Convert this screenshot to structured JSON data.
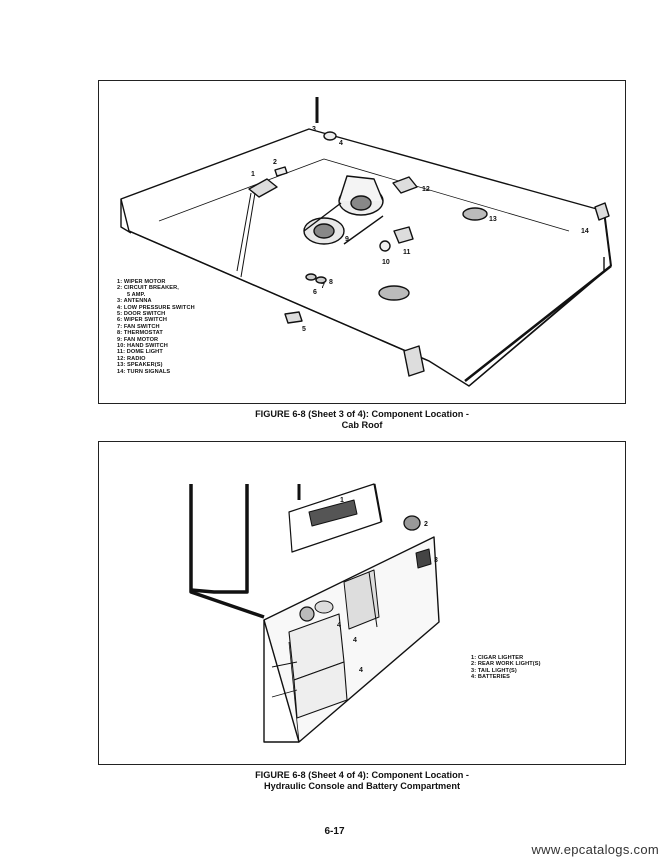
{
  "figure1": {
    "legend": [
      "1: WIPER MOTOR",
      "2: CIRCUIT BREAKER,",
      "5 AMP.",
      "3: ANTENNA",
      "4: LOW PRESSURE SWITCH",
      "5: DOOR SWITCH",
      "6: WIPER SWITCH",
      "7: FAN SWITCH",
      "8: THERMOSTAT",
      "9: FAN MOTOR",
      "10: HAND SWITCH",
      "11: DOME LIGHT",
      "12: RADIO",
      "13: SPEAKER(S)",
      "14: TURN SIGNALS"
    ],
    "callouts": [
      "1",
      "2",
      "3",
      "4",
      "5",
      "6",
      "7",
      "8",
      "9",
      "10",
      "11",
      "12",
      "13",
      "14"
    ],
    "caption_line1": "FIGURE 6-8 (Sheet 3 of 4): Component Location -",
    "caption_line2": "Cab Roof"
  },
  "figure2": {
    "legend": [
      "1: CIGAR LIGHTER",
      "2: REAR WORK LIGHT(S)",
      "3: TAIL LIGHT(S)",
      "4: BATTERIES"
    ],
    "callouts": [
      "1",
      "2",
      "3",
      "4",
      "4",
      "4"
    ],
    "caption_line1": "FIGURE 6-8 (Sheet 4 of 4): Component Location -",
    "caption_line2": "Hydraulic Console and Battery Compartment"
  },
  "page_number": "6-17",
  "watermark": "www.epcatalogs.com"
}
